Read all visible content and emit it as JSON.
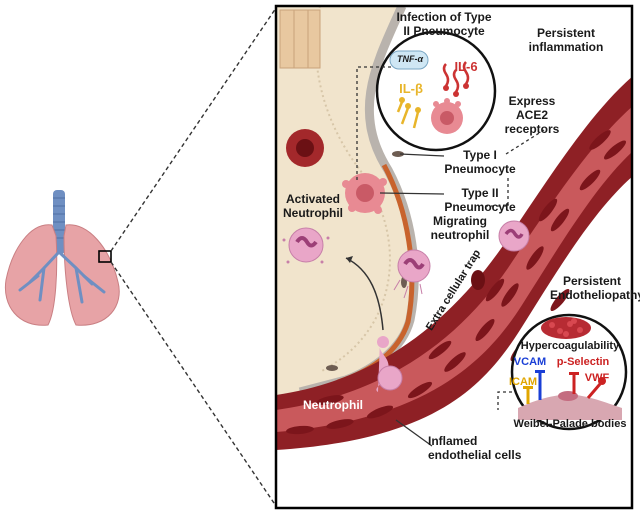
{
  "colors": {
    "alveolus_fill": "#f1e4cc",
    "alveolus_wall": "#b9b3ad",
    "vessel_outer": "#8e2025",
    "vessel_inner": "#c9595c",
    "endothelial": "#7c151b",
    "neutrophil": "#e9a6c8",
    "tnf_box": "#cfe7f4",
    "il6_red": "#cc3333",
    "il1b_yellow": "#e8b52a",
    "vcam_blue": "#1a3fd6",
    "selectin_red": "#cc2222",
    "icam_yellow": "#e1a600",
    "lung_pink": "#e7a3a6",
    "trachea_blue": "#6f8fc2"
  },
  "labels": {
    "infection_title_1": "Infection of Type",
    "infection_title_2": "II Pneumocyte",
    "persistent_inflammation_1": "Persistent",
    "persistent_inflammation_2": "inflammation",
    "tnf": "TNF-α",
    "il6": "IL-6",
    "il1b": "IL-β",
    "express_1": "Express",
    "express_2": "ACE2",
    "express_3": "receptors",
    "type1_1": "Type I",
    "type1_2": "Pneumocyte",
    "type2_1": "Type II",
    "type2_2": "Pneumocyte",
    "activated_1": "Activated",
    "activated_2": "Neutrophil",
    "migrating_1": "Migrating",
    "migrating_2": "neutrophil",
    "extracellular": "Extra cellular trap",
    "persistent_endo_1": "Persistent",
    "persistent_endo_2": "Endotheliopathy",
    "hypercoag": "Hypercoagulability",
    "vcam": "VCAM",
    "pselectin": "p-Selectin",
    "icam": "ICAM",
    "vwf": "VWF",
    "weibel": "Weibel-Palade bodies",
    "neutrophil": "Neutrophil",
    "inflamed_1": "Inflamed",
    "inflamed_2": "endothelial cells"
  }
}
